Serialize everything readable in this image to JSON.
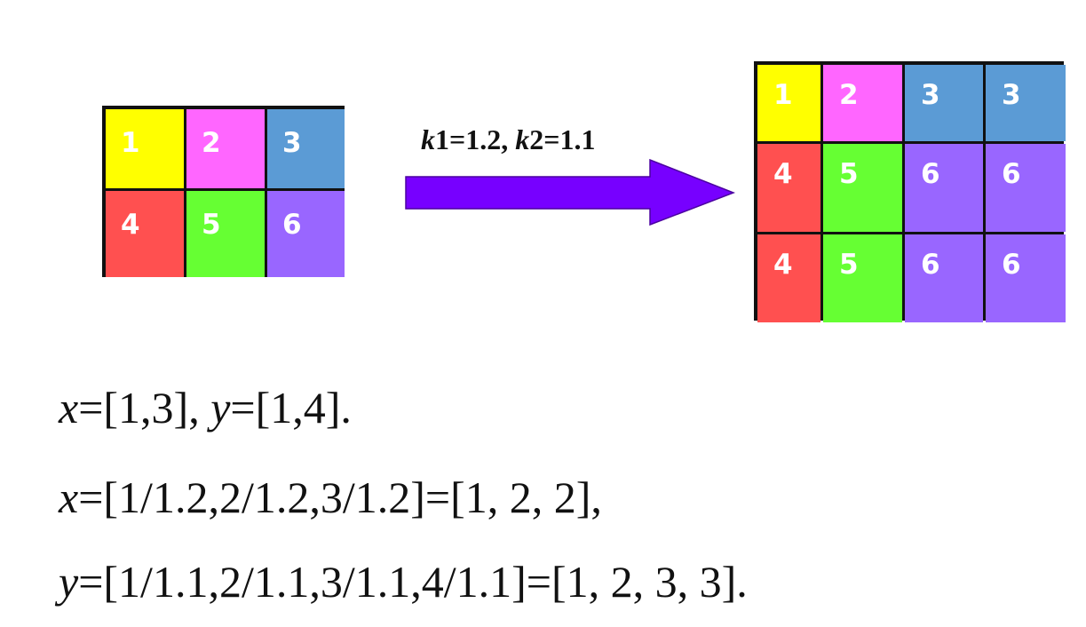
{
  "colors": {
    "c1": "#ffff00",
    "c2": "#ff66ff",
    "c3": "#5b9bd5",
    "c4": "#ff5050",
    "c5": "#66ff33",
    "c6": "#9966ff",
    "arrow": "#7700ff"
  },
  "source_grid": [
    {
      "label": "1",
      "color": "c1"
    },
    {
      "label": "2",
      "color": "c2"
    },
    {
      "label": "3",
      "color": "c3"
    },
    {
      "label": "4",
      "color": "c4"
    },
    {
      "label": "5",
      "color": "c5"
    },
    {
      "label": "6",
      "color": "c6"
    }
  ],
  "result_grid": [
    {
      "label": "1",
      "color": "c1"
    },
    {
      "label": "2",
      "color": "c2"
    },
    {
      "label": "3",
      "color": "c3"
    },
    {
      "label": "3",
      "color": "c3"
    },
    {
      "label": "4",
      "color": "c4"
    },
    {
      "label": "5",
      "color": "c5"
    },
    {
      "label": "6",
      "color": "c6"
    },
    {
      "label": "6",
      "color": "c6"
    },
    {
      "label": "4",
      "color": "c4"
    },
    {
      "label": "5",
      "color": "c5"
    },
    {
      "label": "6",
      "color": "c6"
    },
    {
      "label": "6",
      "color": "c6"
    }
  ],
  "arrow_label": {
    "k1_var": "k",
    "k1_rest": "1=1.2, ",
    "k2_var": "k",
    "k2_rest": "2=1.1"
  },
  "equations": {
    "line1": {
      "x_var": "x",
      "x_rest": "=[1,3],  ",
      "y_var": "y",
      "y_rest": "=[1,4]."
    },
    "line2": {
      "var": "x",
      "rest": "=[1/1.2,2/1.2,3/1.2]=[1, 2, 2],"
    },
    "line3": {
      "var": "y",
      "rest": "=[1/1.1,2/1.1,3/1.1,4/1.1]=[1, 2, 3, 3]."
    }
  }
}
